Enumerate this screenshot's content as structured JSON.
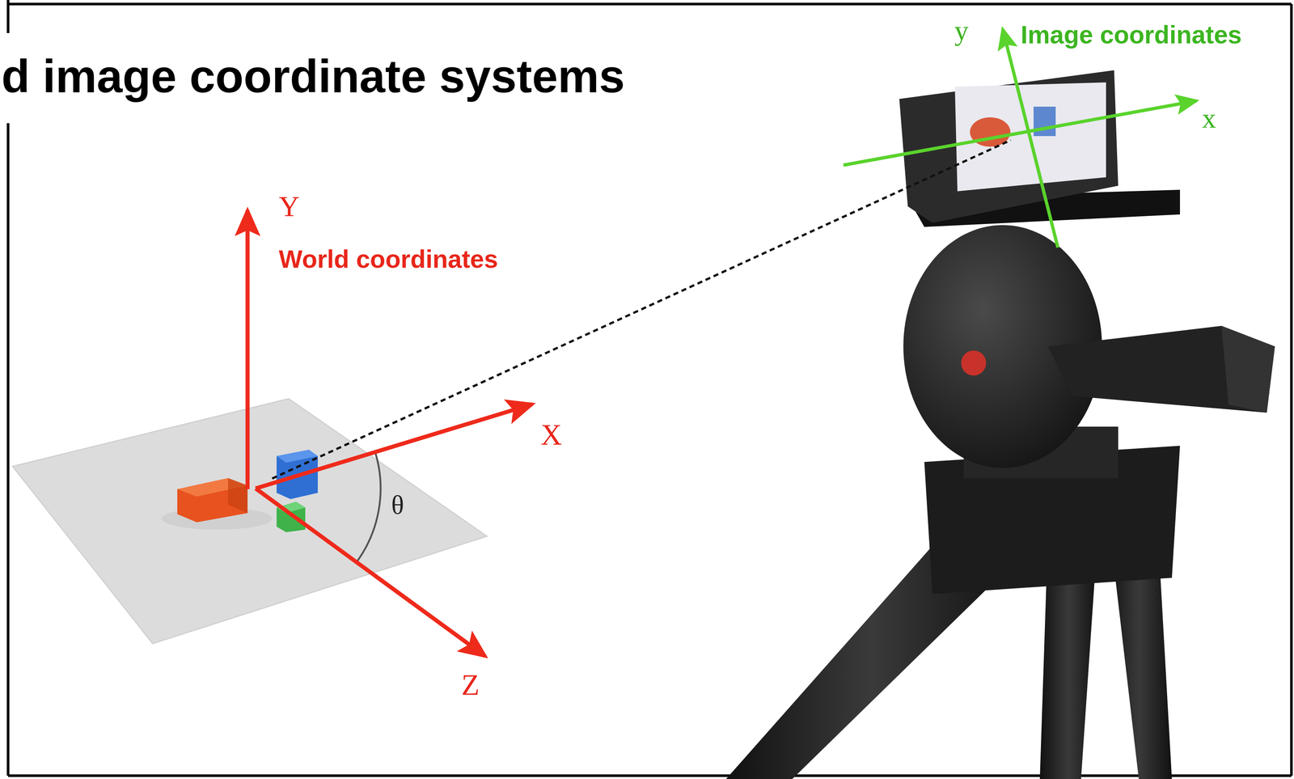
{
  "diagram": {
    "title": "d image coordinate systems",
    "labels": [
      "Y",
      "World coordinates",
      "X",
      "θ",
      "Z",
      "y",
      "Image coordinates",
      "x"
    ]
  }
}
